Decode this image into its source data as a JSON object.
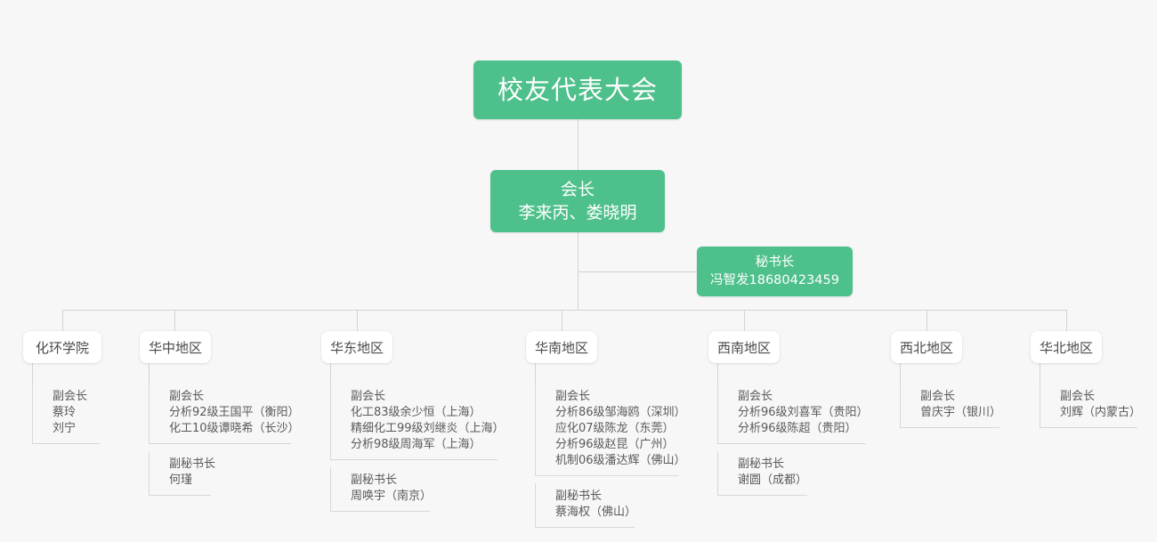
{
  "theme": {
    "background": "#f7f7f7",
    "accent_green": "#4ec08b",
    "node_white": "#ffffff",
    "line_color": "#d3d3d3",
    "text_dark": "#4a4a4a",
    "text_body": "#5a5a5a"
  },
  "root": {
    "title": "校友代表大会"
  },
  "president": {
    "role": "会长",
    "names": "李来丙、娄晓明"
  },
  "secretary": {
    "role": "秘书长",
    "names": "冯智发18680423459"
  },
  "branches": [
    {
      "id": "huahuan",
      "label": "化环学院",
      "groups": [
        {
          "title": "副会长",
          "members": [
            "蔡玲",
            "刘宁"
          ]
        }
      ]
    },
    {
      "id": "huazhong",
      "label": "华中地区",
      "groups": [
        {
          "title": "副会长",
          "members": [
            "分析92级王国平（衡阳）",
            "化工10级谭晓希（长沙）"
          ]
        },
        {
          "title": "副秘书长",
          "members": [
            "何瑾"
          ]
        }
      ]
    },
    {
      "id": "huadong",
      "label": "华东地区",
      "groups": [
        {
          "title": "副会长",
          "members": [
            "化工83级余少恒（上海）",
            "精细化工99级刘继炎（上海）",
            "分析98级周海军（上海）"
          ]
        },
        {
          "title": "副秘书长",
          "members": [
            "周唤宇（南京）"
          ]
        }
      ]
    },
    {
      "id": "huanan",
      "label": "华南地区",
      "groups": [
        {
          "title": "副会长",
          "members": [
            "分析86级邹海鸥（深圳）",
            "应化07级陈龙（东莞）",
            "分析96级赵昆（广州）",
            "机制06级潘达辉（佛山）"
          ]
        },
        {
          "title": "副秘书长",
          "members": [
            "蔡海权（佛山）"
          ]
        }
      ]
    },
    {
      "id": "xinan",
      "label": "西南地区",
      "groups": [
        {
          "title": "副会长",
          "members": [
            "分析96级刘喜军（贵阳）",
            "分析96级陈超（贵阳）"
          ]
        },
        {
          "title": "副秘书长",
          "members": [
            "谢圆（成都）"
          ]
        }
      ]
    },
    {
      "id": "xibei",
      "label": "西北地区",
      "groups": [
        {
          "title": "副会长",
          "members": [
            "曾庆宇（银川）"
          ]
        }
      ]
    },
    {
      "id": "huabei",
      "label": "华北地区",
      "groups": [
        {
          "title": "副会长",
          "members": [
            "刘辉（内蒙古）"
          ]
        }
      ]
    }
  ]
}
